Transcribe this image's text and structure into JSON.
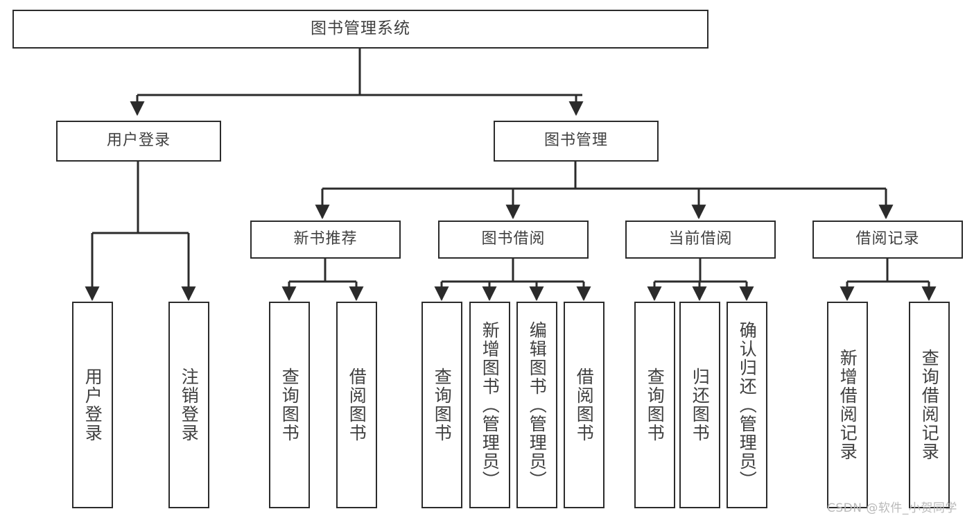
{
  "diagram": {
    "title": "图书管理系统",
    "type": "hierarchy-tree",
    "colors": {
      "border": "#2b2b2b",
      "text": "#3f3f3f",
      "background": "#ffffff",
      "edge": "#2b2b2b",
      "watermark": "#b9b9b9"
    },
    "nodes": {
      "root": {
        "label": "图书管理系统",
        "orientation": "horizontal"
      },
      "level1": [
        {
          "label": "用户登录",
          "orientation": "horizontal"
        },
        {
          "label": "图书管理",
          "orientation": "horizontal"
        }
      ],
      "level2": [
        {
          "label": "新书推荐",
          "orientation": "horizontal"
        },
        {
          "label": "图书借阅",
          "orientation": "horizontal"
        },
        {
          "label": "当前借阅",
          "orientation": "horizontal"
        },
        {
          "label": "借阅记录",
          "orientation": "horizontal"
        }
      ],
      "leaves": [
        {
          "label": "用户登录",
          "orientation": "vertical",
          "parent": "用户登录"
        },
        {
          "label": "注销登录",
          "orientation": "vertical",
          "parent": "用户登录"
        },
        {
          "label": "查询图书",
          "orientation": "vertical",
          "parent": "新书推荐"
        },
        {
          "label": "借阅图书",
          "orientation": "vertical",
          "parent": "新书推荐"
        },
        {
          "label": "查询图书",
          "orientation": "vertical",
          "parent": "图书借阅"
        },
        {
          "label": "新增图书（管理员）",
          "orientation": "vertical",
          "parent": "图书借阅"
        },
        {
          "label": "编辑图书（管理员）",
          "orientation": "vertical",
          "parent": "图书借阅"
        },
        {
          "label": "借阅图书",
          "orientation": "vertical",
          "parent": "图书借阅"
        },
        {
          "label": "查询图书",
          "orientation": "vertical",
          "parent": "当前借阅"
        },
        {
          "label": "归还图书",
          "orientation": "vertical",
          "parent": "当前借阅"
        },
        {
          "label": "确认归还（管理员）",
          "orientation": "vertical",
          "parent": "当前借阅"
        },
        {
          "label": "新增借阅记录",
          "orientation": "vertical",
          "parent": "借阅记录"
        },
        {
          "label": "查询借阅记录",
          "orientation": "vertical",
          "parent": "借阅记录"
        }
      ]
    },
    "watermark": "CSDN @软件_小贺同学"
  }
}
